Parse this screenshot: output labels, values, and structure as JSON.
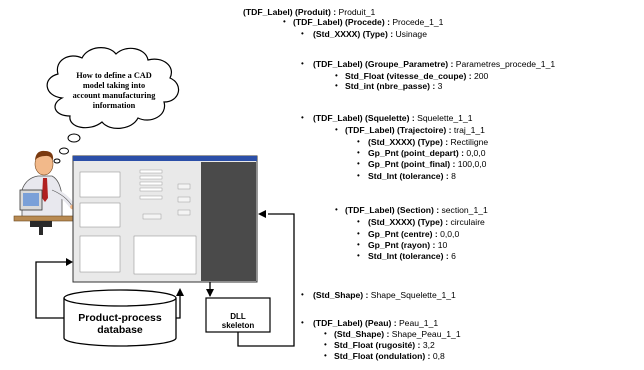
{
  "cloud": {
    "text": [
      "How to define a CAD",
      "model taking into",
      "account manufacturing",
      "information"
    ]
  },
  "database": {
    "text": [
      "Product-process",
      "database"
    ]
  },
  "dll": {
    "text": [
      "DLL",
      "skeleton"
    ]
  },
  "tree": [
    {
      "bullet": "",
      "key": "(TDF_Label) (Produit) : ",
      "val": "Produit_1"
    },
    {
      "bullet": "•",
      "key": "(TDF_Label) (Procede) : ",
      "val": "Procede_1_1"
    },
    {
      "bullet": "•",
      "key": "(Std_XXXX) (Type) : ",
      "val": "Usinage"
    },
    {
      "bullet": "•",
      "key": "(TDF_Label) (Groupe_Parametre) : ",
      "val": "Parametres_procede_1_1"
    },
    {
      "bullet": "•",
      "key": "Std_Float (vitesse_de_coupe) : ",
      "val": "200"
    },
    {
      "bullet": "•",
      "key": "Std_int (nbre_passe) : ",
      "val": "3"
    },
    {
      "bullet": "•",
      "key": "(TDF_Label) (Squelette) : ",
      "val": "Squelette_1_1"
    },
    {
      "bullet": "•",
      "key": "(TDF_Label) (Trajectoire) : ",
      "val": "traj_1_1"
    },
    {
      "bullet": "•",
      "key": "(Std_XXXX) (Type) : ",
      "val": "Rectiligne"
    },
    {
      "bullet": "•",
      "key": "Gp_Pnt (point_depart) : ",
      "val": "0,0,0"
    },
    {
      "bullet": "•",
      "key": "Gp_Pnt (point_final) : ",
      "val": "100,0,0"
    },
    {
      "bullet": "•",
      "key": "Std_Int (tolerance) : ",
      "val": "8"
    },
    {
      "bullet": "•",
      "key": "(TDF_Label) (Section) : ",
      "val": "section_1_1"
    },
    {
      "bullet": "•",
      "key": "(Std_XXXX) (Type) : ",
      "val": "circulaire"
    },
    {
      "bullet": "•",
      "key": "Gp_Pnt (centre) : ",
      "val": "0,0,0"
    },
    {
      "bullet": "•",
      "key": "Gp_Pnt (rayon) : ",
      "val": "10"
    },
    {
      "bullet": "•",
      "key": "Std_Int (tolerance) : ",
      "val": "6"
    },
    {
      "bullet": "•",
      "key": "(Std_Shape) : ",
      "val": "Shape_Squelette_1_1"
    },
    {
      "bullet": "•",
      "key": "(TDF_Label) (Peau) : ",
      "val": "Peau_1_1"
    },
    {
      "bullet": "•",
      "key": "(Std_Shape) : ",
      "val": "Shape_Peau_1_1"
    },
    {
      "bullet": "•",
      "key": "Std_Float (rugosité) : ",
      "val": "3,2"
    },
    {
      "bullet": "•",
      "key": "Std_Float (ondulation) : ",
      "val": "0,8"
    }
  ],
  "colors": {
    "line": "#000000",
    "screen_dark": "#4a4a4a",
    "window_bg": "#e9e9e9",
    "title_bar": "#2b4fa8",
    "skin": "#f2b98a",
    "hair": "#7a3a10",
    "shirt": "#e8e8ee"
  }
}
